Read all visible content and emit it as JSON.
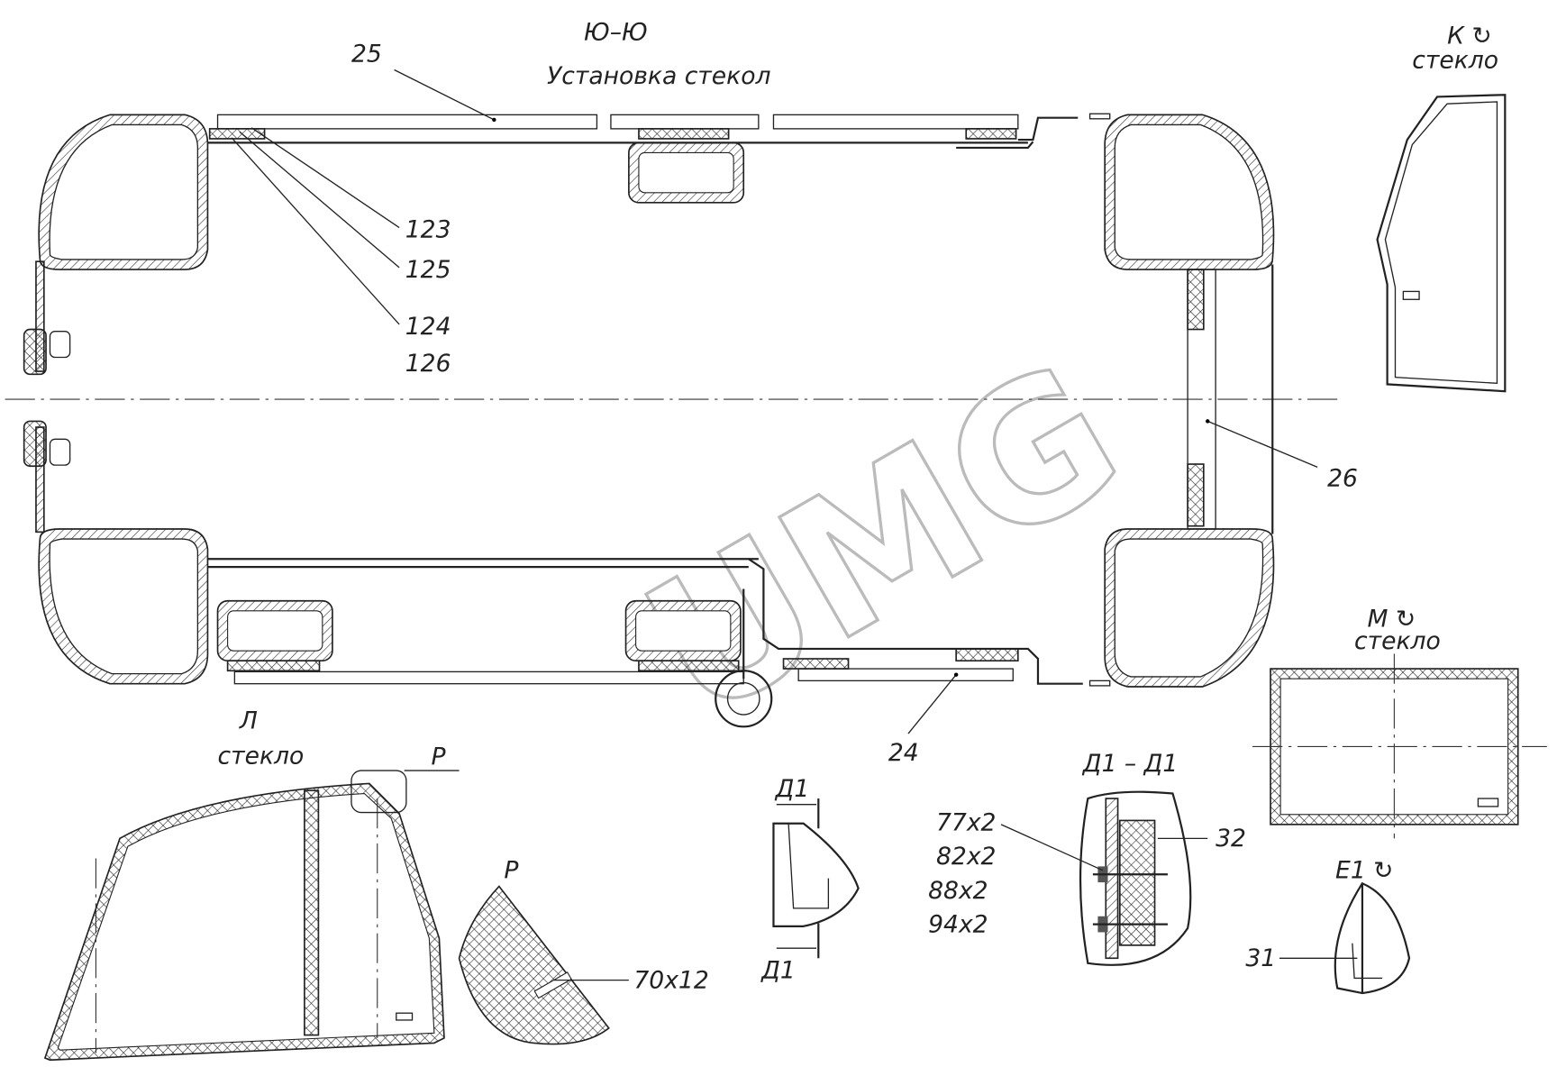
{
  "section": {
    "title": "Ю–Ю",
    "subtitle": "Установка стекол"
  },
  "callouts": {
    "c25": "25",
    "c123": "123",
    "c125": "125",
    "c124": "124",
    "c126": "126",
    "c26": "26",
    "c24": "24"
  },
  "view_k": {
    "title": "К ↻",
    "label": "стекло"
  },
  "view_m": {
    "title": "М ↻",
    "label": "стекло"
  },
  "view_l": {
    "title": "Л",
    "label": "стекло",
    "detail_mark": "Р"
  },
  "detail_p": {
    "title": "Р",
    "size": "70х12"
  },
  "section_d1": {
    "mark_top": "Д1",
    "mark_bottom": "Д1",
    "title": "Д1 – Д1",
    "items": [
      "77х2",
      "82х2",
      "88х2",
      "94х2"
    ],
    "c32": "32"
  },
  "view_e1": {
    "title": "Е1 ↻",
    "c31": "31"
  },
  "watermark": "UMG"
}
